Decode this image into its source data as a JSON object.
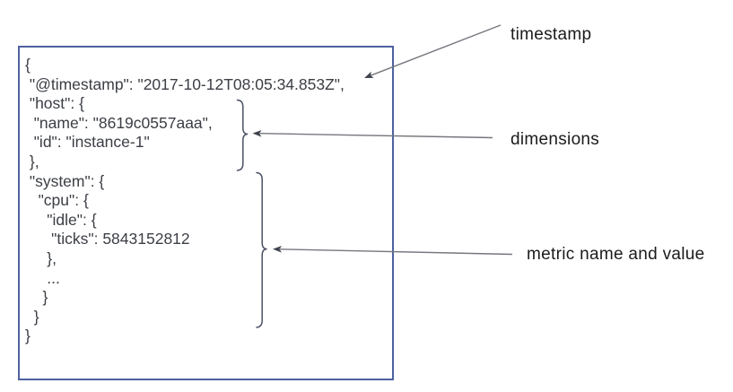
{
  "code": {
    "lines": [
      "{",
      " \"@timestamp\": \"2017-10-12T08:05:34.853Z\",",
      " \"host\": {",
      "  \"name\": \"8619c0557aaa\",",
      "  \"id\": \"instance-1\"",
      " },",
      " \"system\": {",
      "   \"cpu\": {",
      "     \"idle\": {",
      "      \"ticks\": 5843152812",
      "     },",
      "     ...",
      "    }",
      "  }",
      "}"
    ]
  },
  "annotations": {
    "timestamp": "timestamp",
    "dimensions": "dimensions",
    "metric": "metric name and value"
  },
  "colors": {
    "page_bg": "#ffffff",
    "box_border": "#4d61a0",
    "code_text": "#3b3e44",
    "label_text": "#1b1b1d",
    "arrow_line": "#74777d",
    "arrow_head": "#3e434d",
    "brace": "#4b5166"
  }
}
